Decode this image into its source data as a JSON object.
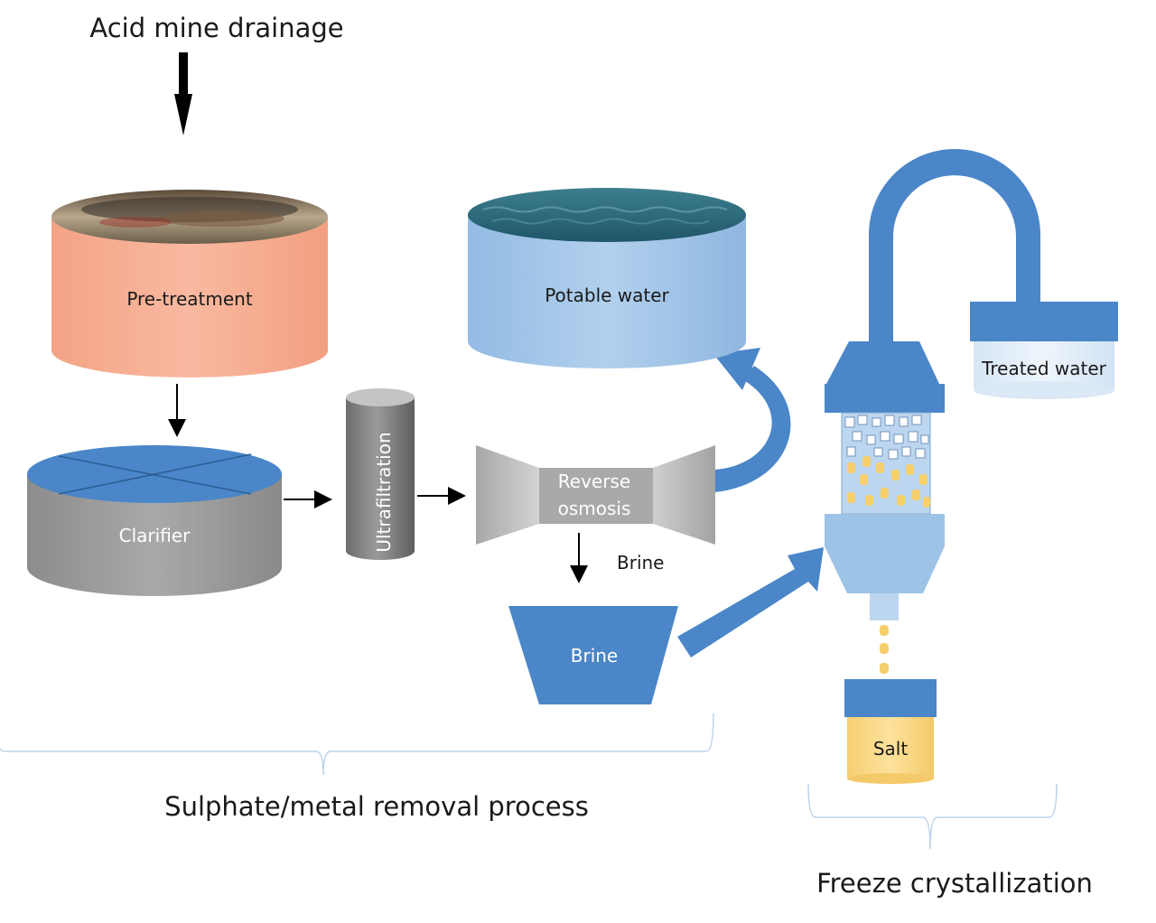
{
  "diagram": {
    "input_label": "Acid mine drainage",
    "tanks": {
      "pretreatment": "Pre-treatment",
      "clarifier": "Clarifier",
      "ultrafiltration": "Ultrafiltration",
      "reverse_osmosis_line1": "Reverse",
      "reverse_osmosis_line2": "osmosis",
      "potable_water": "Potable water",
      "brine_tank": "Brine",
      "treated_water": "Treated water",
      "salt": "Salt"
    },
    "flow_labels": {
      "brine_stream": "Brine"
    },
    "group_labels": {
      "sulphate_metal": "Sulphate/metal removal process",
      "freeze": "Freeze crystallization"
    }
  },
  "colors": {
    "pretreatment": "#f4a98b",
    "clarifier_body": "#9a9a9a",
    "clarifier_top": "#4a86c8",
    "potable": "#9dc3e6",
    "brine": "#4a86c8",
    "salt": "#fad680",
    "arrow_blue": "#4a86c8"
  }
}
